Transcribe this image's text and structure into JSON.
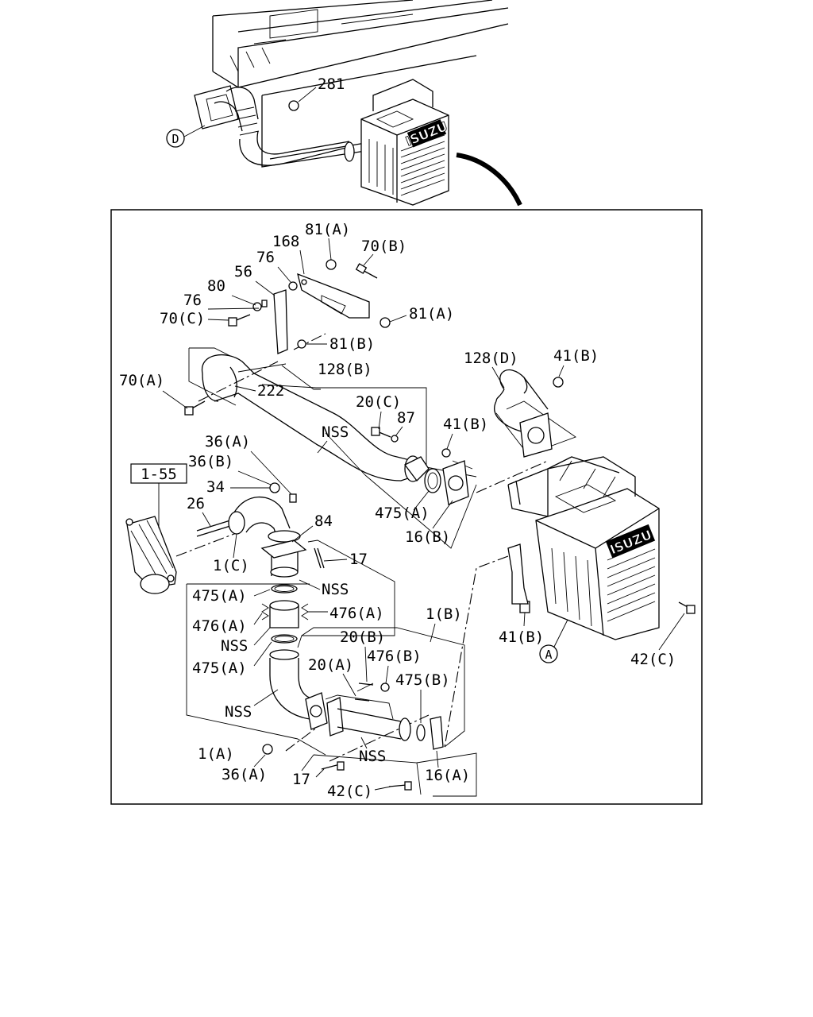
{
  "callouts": {
    "top_281": "281",
    "top_ref_D": "D",
    "ref_A": "A",
    "ref_1_55": "1-55",
    "c_81A_top": "81(A)",
    "c_70B": "70(B)",
    "c_168": "168",
    "c_76_top": "76",
    "c_56": "56",
    "c_80": "80",
    "c_76_mid": "76",
    "c_70C": "70(C)",
    "c_81A_right": "81(A)",
    "c_81B": "81(B)",
    "c_128B": "128(B)",
    "c_128D": "128(D)",
    "c_41B_top": "41(B)",
    "c_70A": "70(A)",
    "c_222": "222",
    "c_20C": "20(C)",
    "c_87": "87",
    "c_41B_mid": "41(B)",
    "c_NSS_pipe": "NSS",
    "c_36A_top": "36(A)",
    "c_36B": "36(B)",
    "c_34": "34",
    "c_26": "26",
    "c_84": "84",
    "c_475A_mid": "475(A)",
    "c_16B": "16(B)",
    "c_1C": "1(C)",
    "c_17_top": "17",
    "c_NSS_flex": "NSS",
    "c_475A_a": "475(A)",
    "c_476A_l": "476(A)",
    "c_476A_r": "476(A)",
    "c_NSS_mid": "NSS",
    "c_475A_b": "475(A)",
    "c_1B": "1(B)",
    "c_20B": "20(B)",
    "c_476B": "476(B)",
    "c_20A": "20(A)",
    "c_475B": "475(B)",
    "c_41B_low": "41(B)",
    "c_42C_right": "42(C)",
    "c_NSS_elbow": "NSS",
    "c_1A": "1(A)",
    "c_36A_low": "36(A)",
    "c_NSS_low": "NSS",
    "c_16A": "16(A)",
    "c_17_low": "17",
    "c_42C_low": "42(C)"
  },
  "muffler_logo": "ISUZU",
  "muffler_logo_top": "ISUZU"
}
